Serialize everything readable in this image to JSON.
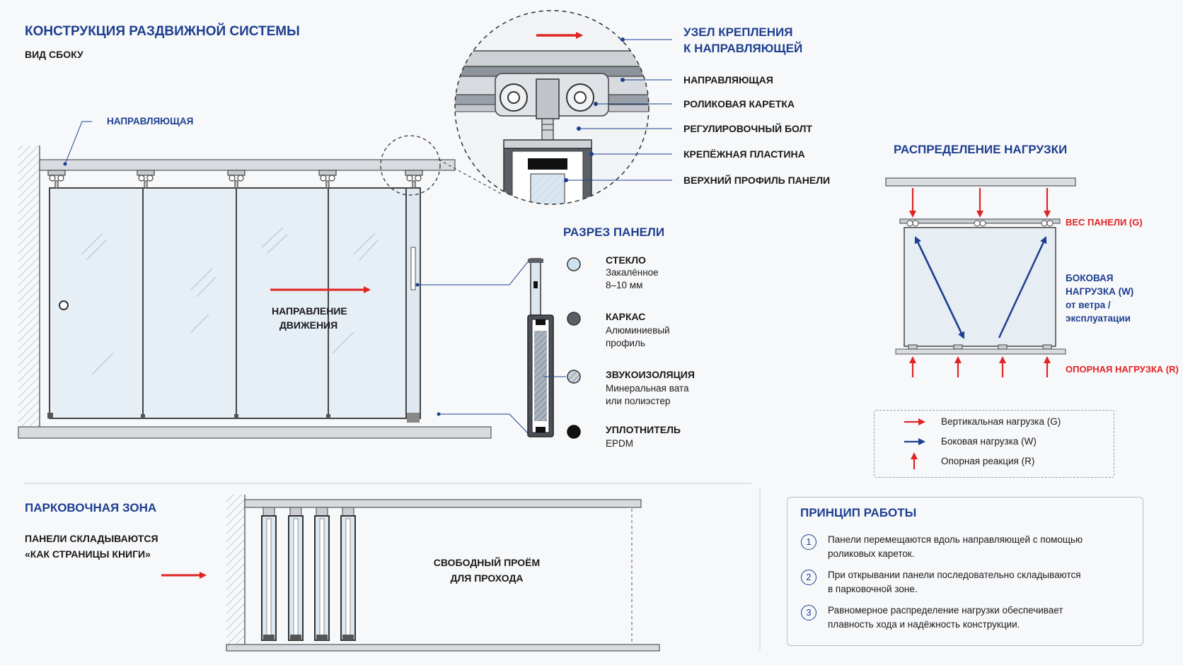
{
  "title": "КОНСТРУКЦИЯ РАЗДВИЖНОЙ СИСТЕМЫ",
  "subtitle": "ВИД СБОКУ",
  "side_view": {
    "rail_label": "НАПРАВЛЯЮЩАЯ",
    "direction_line1": "НАПРАВЛЕНИЕ",
    "direction_line2": "ДВИЖЕНИЯ"
  },
  "detail": {
    "title_line1": "УЗЕЛ КРЕПЛЕНИЯ",
    "title_line2": "К НАПРАВЛЯЮЩЕЙ",
    "labels": [
      "НАПРАВЛЯЮЩАЯ",
      "РОЛИКОВАЯ КАРЕТКА",
      "РЕГУЛИРОВОЧНЫЙ БОЛТ",
      "КРЕПЁЖНАЯ ПЛАСТИНА",
      "ВЕРХНИЙ ПРОФИЛЬ ПАНЕЛИ"
    ]
  },
  "section": {
    "title": "РАЗРЕЗ ПАНЕЛИ",
    "items": [
      {
        "name": "СТЕКЛО",
        "line1": "Закалённое",
        "line2": "8–10 мм",
        "color": "#cfe2f0"
      },
      {
        "name": "КАРКАС",
        "line1": "Алюминиевый",
        "line2": "профиль",
        "color": "#5a5f66"
      },
      {
        "name": "ЗВУКОИЗОЛЯЦИЯ",
        "line1": "Минеральная вата",
        "line2": "или полиэстер",
        "color": "#c9d2dc"
      },
      {
        "name": "УПЛОТНИТЕЛЬ",
        "line1": "EPDM",
        "line2": "",
        "color": "#111111"
      }
    ]
  },
  "load": {
    "title": "РАСПРЕДЕЛЕНИЕ НАГРУЗКИ",
    "weight_label": "ВЕС ПАНЕЛИ (G)",
    "side_line1": "БОКОВАЯ",
    "side_line2": "НАГРУЗКА (W)",
    "side_line3": "от ветра /",
    "side_line4": "эксплуатации",
    "support_label": "ОПОРНАЯ НАГРУЗКА (R)",
    "legend": [
      "Вертикальная нагрузка (G)",
      "Боковая нагрузка (W)",
      "Опорная реакция (R)"
    ],
    "colors": {
      "red": "#e02424",
      "blue": "#1d3f8f"
    }
  },
  "parking": {
    "title": "ПАРКОВОЧНАЯ ЗОНА",
    "line1": "ПАНЕЛИ СКЛАДЫВАЮТСЯ",
    "line2": "«КАК СТРАНИЦЫ КНИГИ»",
    "free_line1": "СВОБОДНЫЙ ПРОЁМ",
    "free_line2": "ДЛЯ ПРОХОДА"
  },
  "principle": {
    "title": "ПРИНЦИП РАБОТЫ",
    "items": [
      {
        "num": "1",
        "line1": "Панели перемещаются вдоль направляющей с помощью",
        "line2": "роликовых кареток."
      },
      {
        "num": "2",
        "line1": "При открывании панели последовательно складываются",
        "line2": "в парковочной зоне."
      },
      {
        "num": "3",
        "line1": "Равномерное распределение нагрузки обеспечивает",
        "line2": "плавность хода и надёжность конструкции."
      }
    ]
  }
}
